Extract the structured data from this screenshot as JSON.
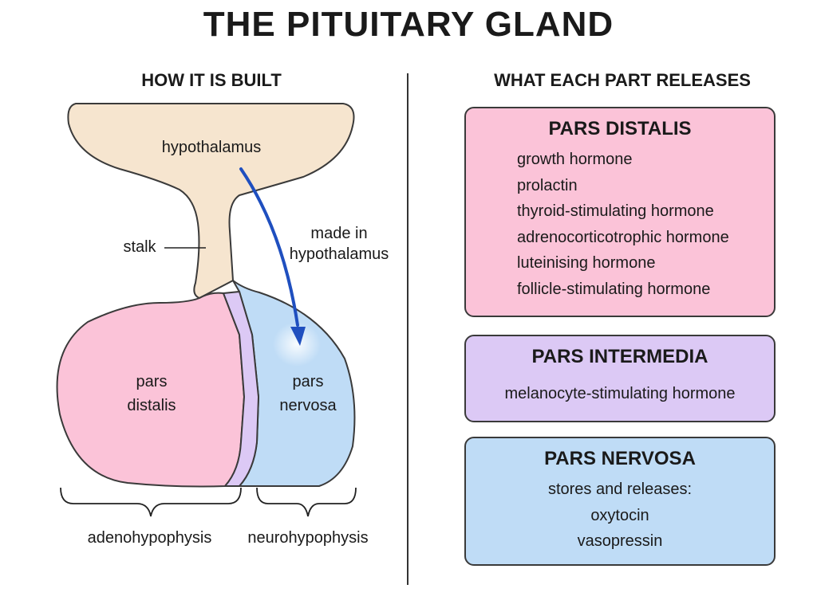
{
  "title": "THE PITUITARY GLAND",
  "left_heading": "HOW IT IS BUILT",
  "right_heading": "WHAT EACH PART RELEASES",
  "colors": {
    "hypothalamus": "#f6e5cf",
    "pars_distalis": "#fbc3d8",
    "pars_intermedia": "#dcc9f5",
    "pars_nervosa": "#bfdcf6",
    "arrow": "#1f4fbf"
  },
  "diagram": {
    "hypothalamus": "hypothalamus",
    "stalk": "stalk",
    "arrow_label_line1": "made in",
    "arrow_label_line2": "hypothalamus",
    "pars_distalis_line1": "pars",
    "pars_distalis_line2": "distalis",
    "pars_nervosa_line1": "pars",
    "pars_nervosa_line2": "nervosa",
    "adenohypophysis": "adenohypophysis",
    "neurohypophysis": "neurohypophysis"
  },
  "cards": {
    "distalis": {
      "title": "PARS DISTALIS",
      "items": [
        "growth hormone",
        "prolactin",
        "thyroid-stimulating hormone",
        "adrenocorticotrophic hormone",
        "luteinising hormone",
        "follicle-stimulating hormone"
      ]
    },
    "intermedia": {
      "title": "PARS INTERMEDIA",
      "items": [
        "melanocyte-stimulating hormone"
      ]
    },
    "nervosa": {
      "title": "PARS NERVOSA",
      "items": [
        "stores and releases:",
        "oxytocin",
        "vasopressin"
      ]
    }
  }
}
